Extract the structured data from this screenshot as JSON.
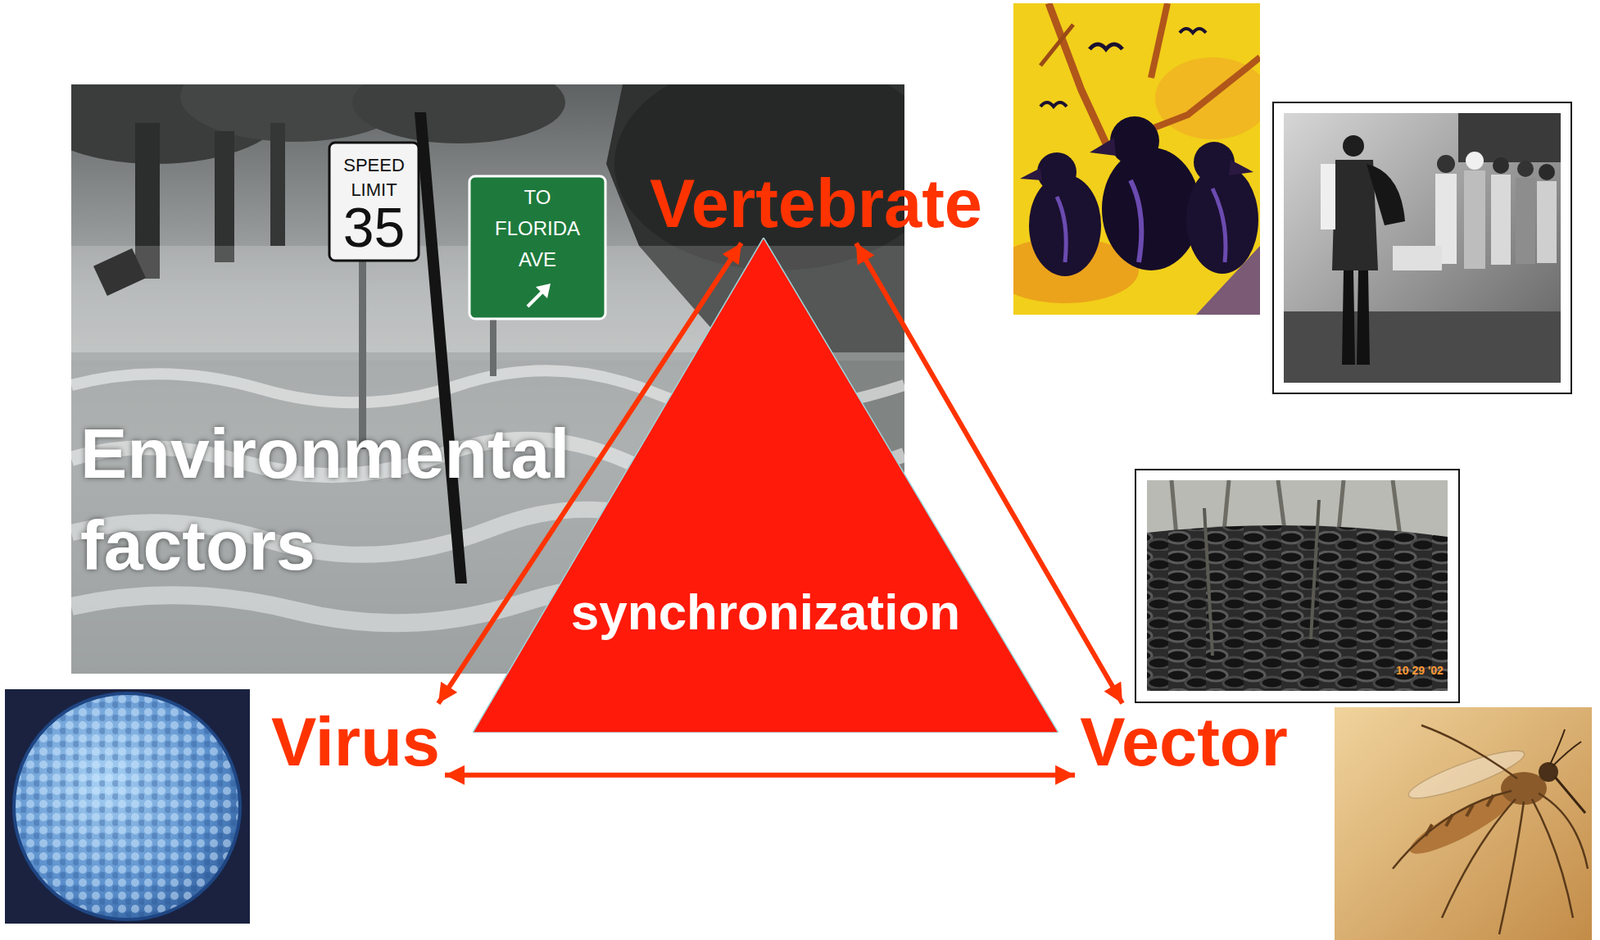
{
  "diagram": {
    "nodes": [
      {
        "text": [
          "Environmental factors"
        ]
      },
      {
        "text": [
          "Vertebrate"
        ]
      },
      {
        "text": [
          "synchronization"
        ]
      },
      {
        "text": [
          "Virus"
        ]
      },
      {
        "text": [
          "Vector"
        ]
      }
    ],
    "edges": [
      {
        "from": 1,
        "to": 3,
        "arrow": "both"
      },
      {
        "from": 1,
        "to": 4,
        "arrow": "both"
      },
      {
        "from": 3,
        "to": 4,
        "arrow": "both"
      }
    ],
    "labels": [
      "SPEED LIMIT",
      "35",
      "TO FLORIDA AVE",
      "10 29 '02"
    ]
  }
}
